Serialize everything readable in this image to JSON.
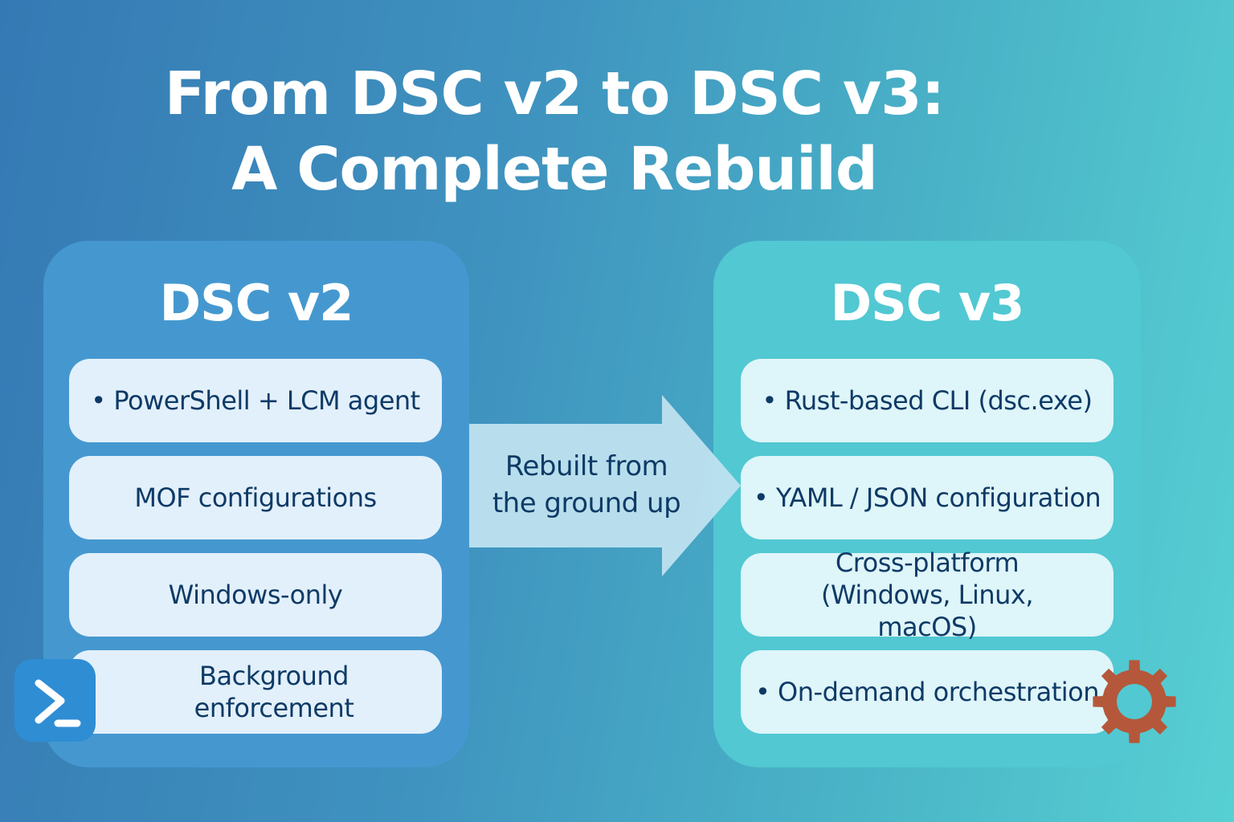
{
  "title": {
    "line1": "From DSC v2 to DSC v3:",
    "line2": "A Complete Rebuild"
  },
  "left_panel": {
    "heading": "DSC v2",
    "items": [
      "• PowerShell + LCM agent",
      "MOF configurations",
      "Windows-only",
      "Background enforcement"
    ]
  },
  "right_panel": {
    "heading": "DSC v3",
    "items": [
      "• Rust-based CLI (dsc.exe)",
      "• YAML / JSON configuration",
      "Cross-platform (Windows, Linux, macOS)",
      "• On-demand orchestration"
    ]
  },
  "arrow": {
    "line1": "Rebuilt from",
    "line2": "the ground up"
  },
  "icons": {
    "left": "powershell-icon",
    "right": "gear-icon"
  },
  "colors": {
    "text_dark": "#0e3a66",
    "left_panel": "#4598cf",
    "right_panel": "#51c8d2",
    "gear": "#b5573a",
    "powershell": "#2f8dd4"
  }
}
